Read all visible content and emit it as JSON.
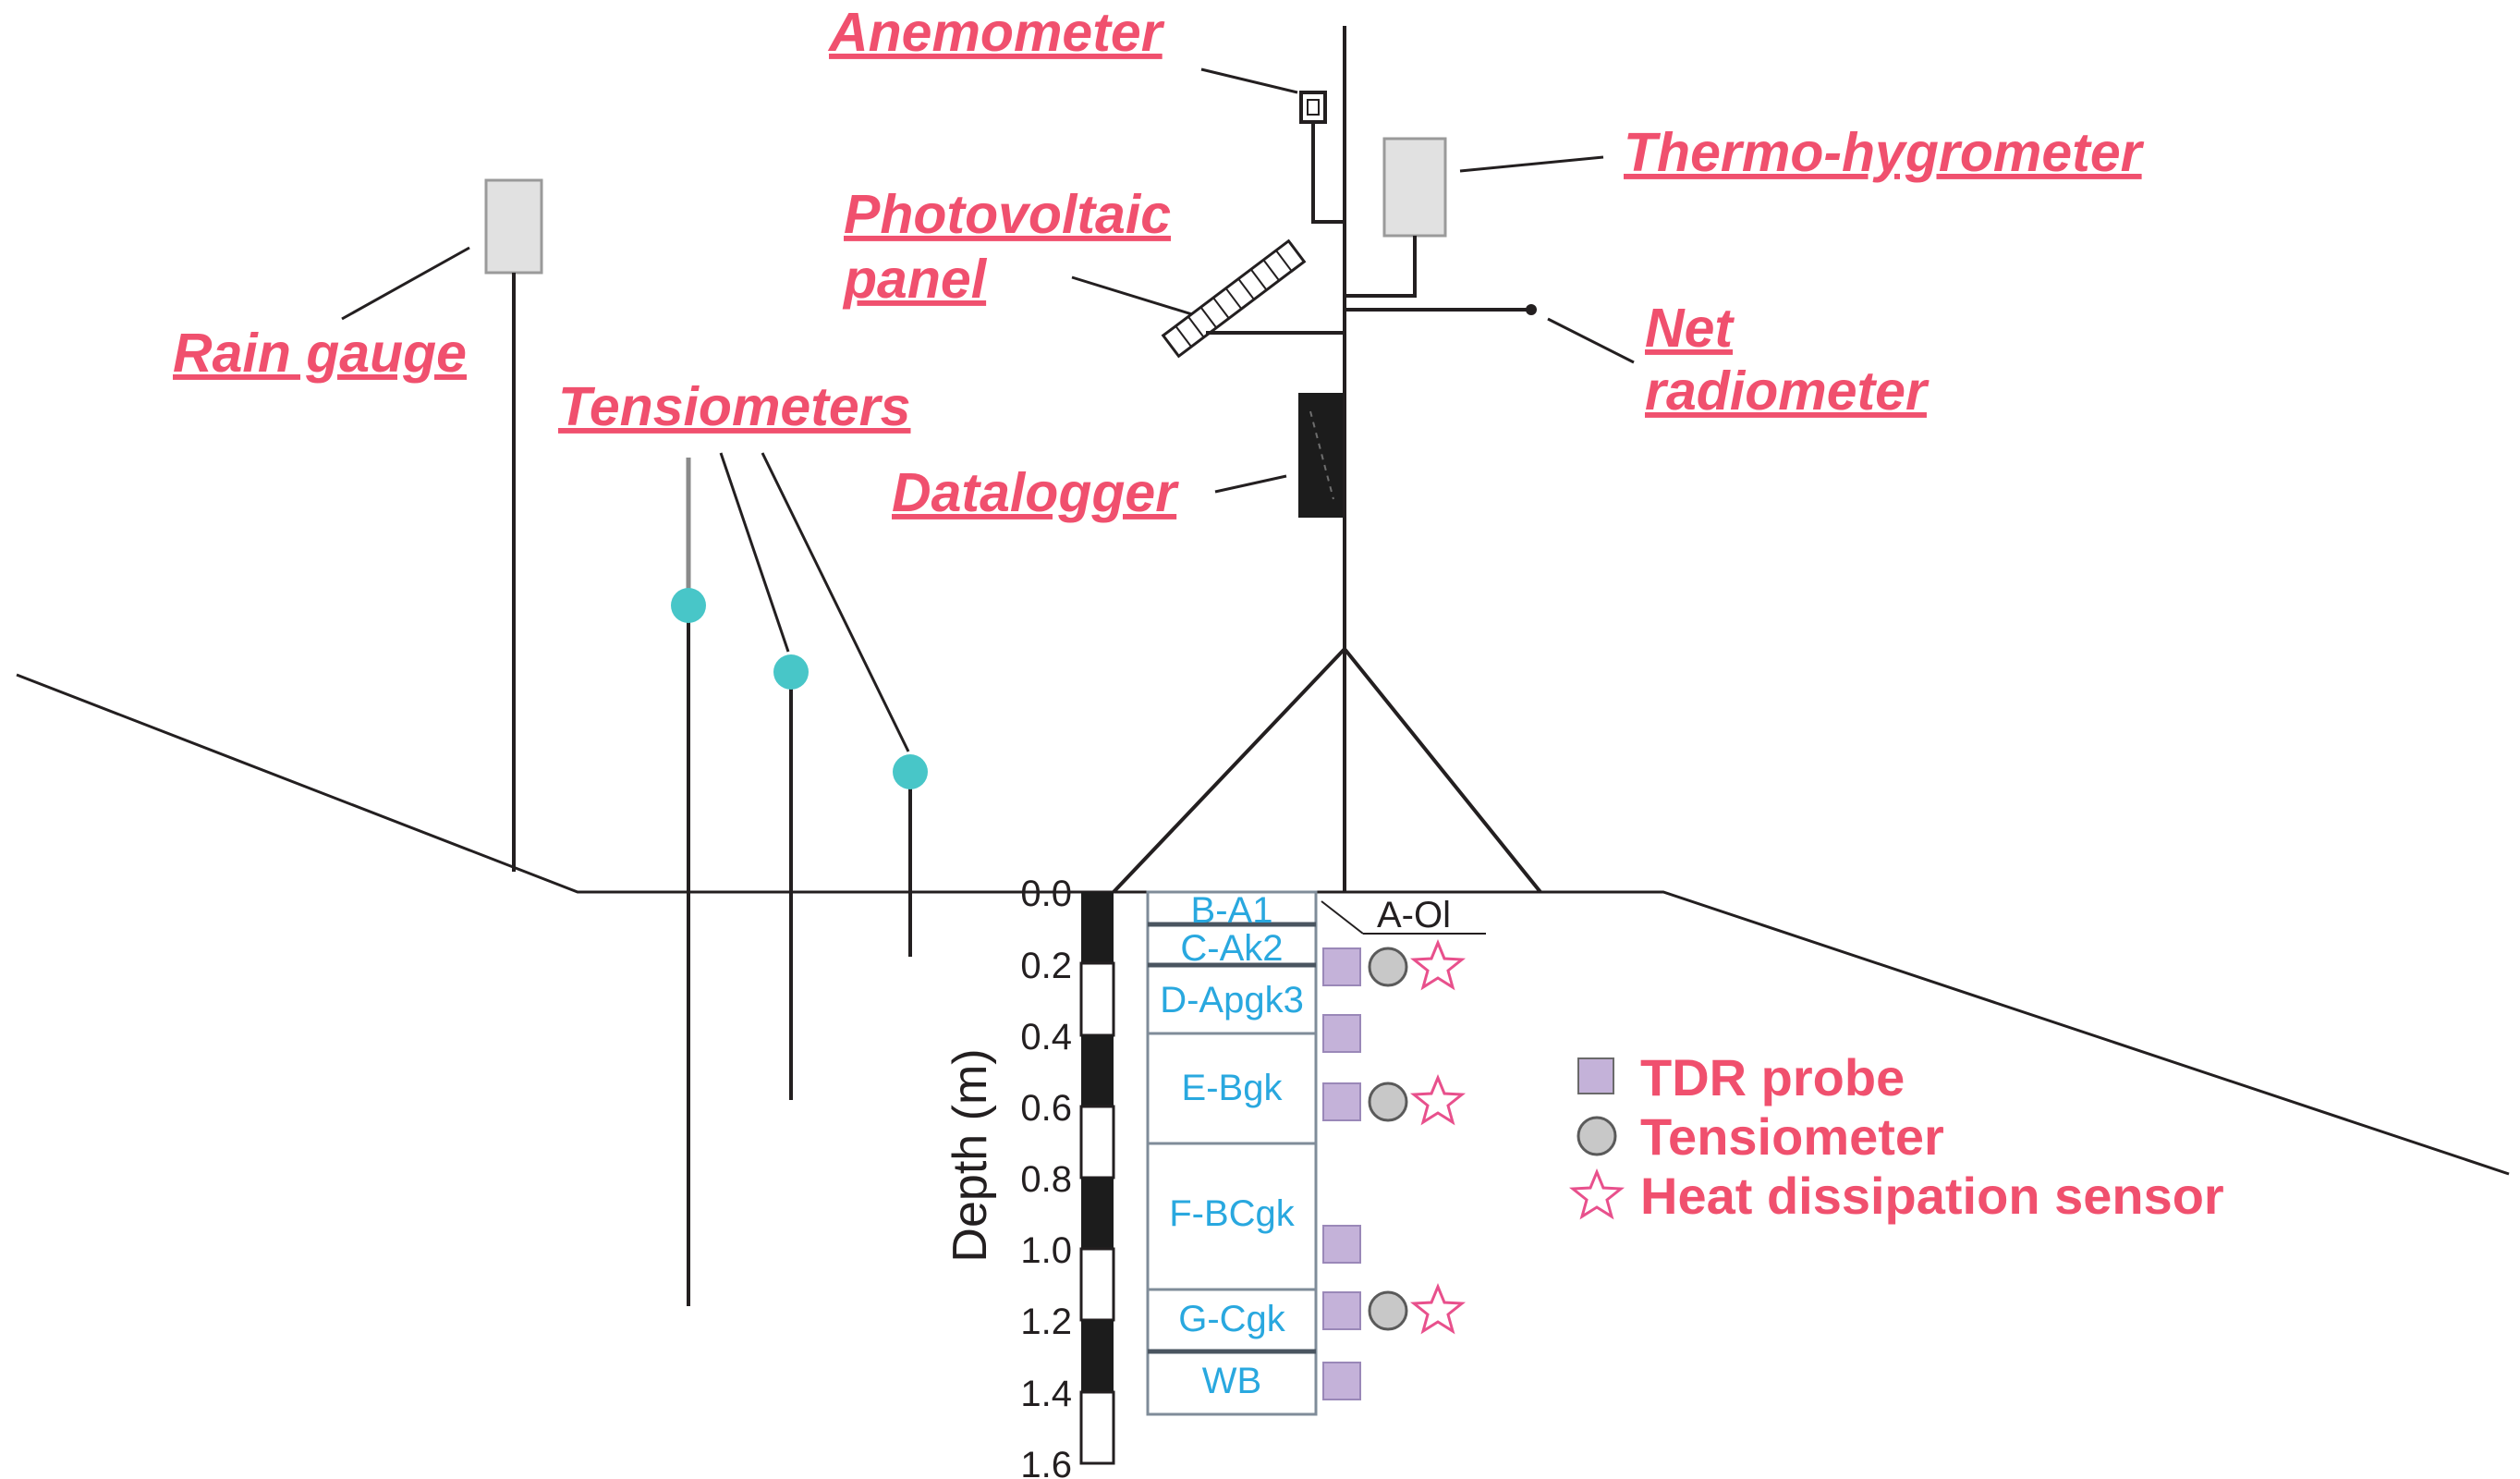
{
  "labels": {
    "anemometer": "Anemometer",
    "thermo_hygrometer": "Thermo-hygrometer",
    "photovoltaic_line1": "Photovoltaic",
    "photovoltaic_line2": "panel",
    "rain_gauge": "Rain gauge",
    "net_radiometer_line1": "Net",
    "net_radiometer_line2": "radiometer",
    "tensiometers": "Tensiometers",
    "datalogger": "Datalogger"
  },
  "profile": {
    "axis_title": "Depth (m)",
    "ticks": [
      "0.0",
      "0.2",
      "0.4",
      "0.6",
      "0.8",
      "1.0",
      "1.2",
      "1.4",
      "1.6"
    ],
    "surface_horizon": "A-Ol",
    "horizons": [
      "B-A1",
      "C-Ak2",
      "D-Apgk3",
      "E-Bgk",
      "F-BCgk",
      "G-Cgk",
      "WB"
    ]
  },
  "legend": {
    "tdr": "TDR probe",
    "tensiometer": "Tensiometer",
    "heat": "Heat dissipation sensor"
  },
  "colors": {
    "label": "#f0506e",
    "horizon": "#29a8df",
    "tdr": "#c4b2d9",
    "tensiometer": "#c8c8c8",
    "tensiometer_head": "#48c6c8",
    "line": "#231f20"
  }
}
